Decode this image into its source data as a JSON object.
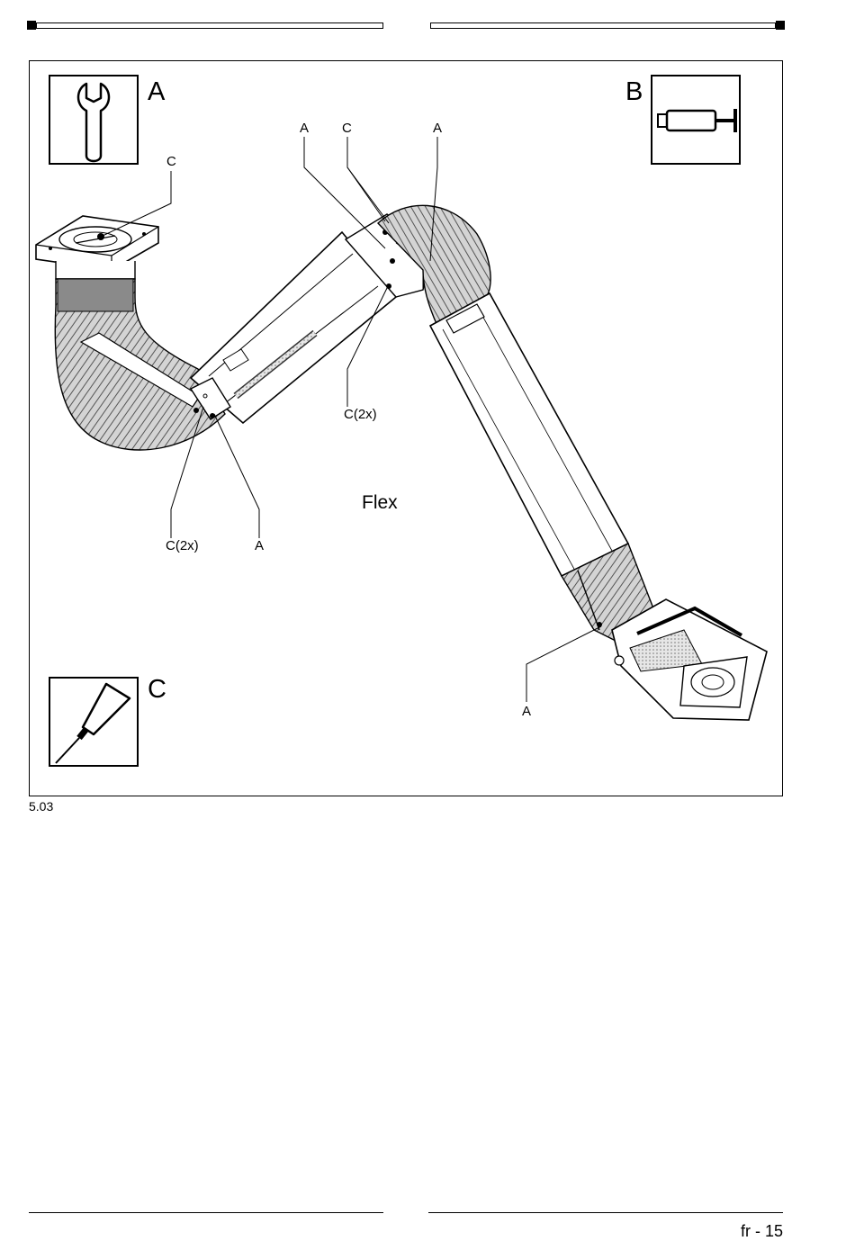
{
  "figure": {
    "panel_a_letter": "A",
    "panel_b_letter": "B",
    "panel_c_letter": "C",
    "panel_a_icon": "wrench-icon",
    "panel_b_icon": "grease-gun-icon",
    "panel_c_icon": "oil-can-icon",
    "model_label": "Flex",
    "callouts": {
      "c_base": "C",
      "a_top_left": "A",
      "c_top": "C",
      "a_top_right": "A",
      "c2x_mid": "C(2x)",
      "c2x_left": "C(2x)",
      "a_left": "A",
      "a_bottom": "A"
    }
  },
  "figure_number": "5.03",
  "footer": {
    "page_number": "fr - 15"
  }
}
